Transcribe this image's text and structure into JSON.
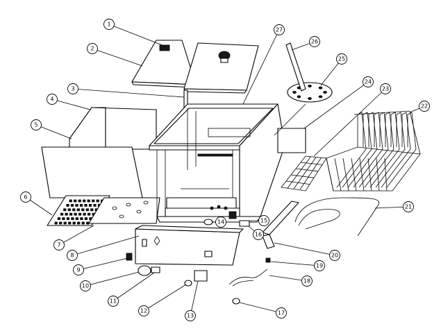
{
  "callouts": [
    {
      "id": 1,
      "label": "1"
    },
    {
      "id": 2,
      "label": "2"
    },
    {
      "id": 3,
      "label": "3"
    },
    {
      "id": 4,
      "label": "4"
    },
    {
      "id": 5,
      "label": "5"
    },
    {
      "id": 6,
      "label": "6"
    },
    {
      "id": 7,
      "label": "7"
    },
    {
      "id": 8,
      "label": "8"
    },
    {
      "id": 9,
      "label": "9"
    },
    {
      "id": 10,
      "label": "10"
    },
    {
      "id": 11,
      "label": "11"
    },
    {
      "id": 12,
      "label": "12"
    },
    {
      "id": 13,
      "label": "13"
    },
    {
      "id": 14,
      "label": "14"
    },
    {
      "id": 15,
      "label": "15"
    },
    {
      "id": 16,
      "label": "16"
    },
    {
      "id": 17,
      "label": "17"
    },
    {
      "id": 18,
      "label": "18"
    },
    {
      "id": 19,
      "label": "19"
    },
    {
      "id": 20,
      "label": "20"
    },
    {
      "id": 21,
      "label": "21"
    },
    {
      "id": 22,
      "label": "22"
    },
    {
      "id": 23,
      "label": "23"
    },
    {
      "id": 24,
      "label": "24"
    },
    {
      "id": 25,
      "label": "25"
    },
    {
      "id": 26,
      "label": "26"
    },
    {
      "id": 27,
      "label": "27"
    }
  ]
}
